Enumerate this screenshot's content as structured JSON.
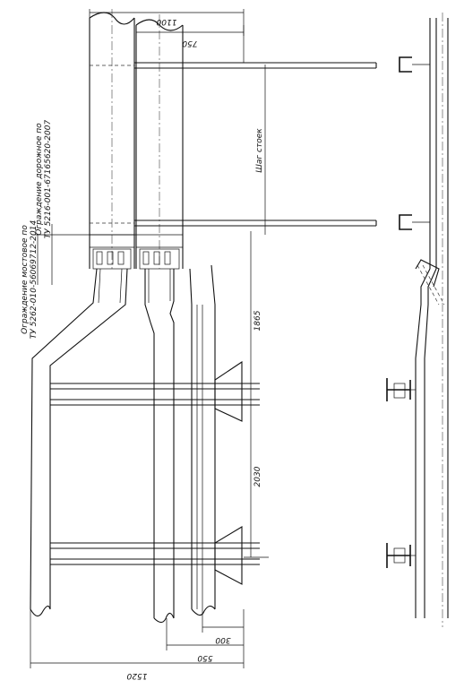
{
  "dimensions": {
    "width_1100": "1100",
    "width_750": "750",
    "length_1865": "1865",
    "length_2030": "2030",
    "width_300": "300",
    "width_550": "550",
    "width_1520": "1520"
  },
  "labels": {
    "post_spacing": "Шаг стоек",
    "bridge_barrier_line1": "Ограждение мостовое по",
    "bridge_barrier_line2": "ТУ 5262-010-56069712-2014",
    "road_barrier_line1": "Ограждение дорожное по",
    "road_barrier_line2": "ТУ 5216-001-67165620-2007"
  }
}
